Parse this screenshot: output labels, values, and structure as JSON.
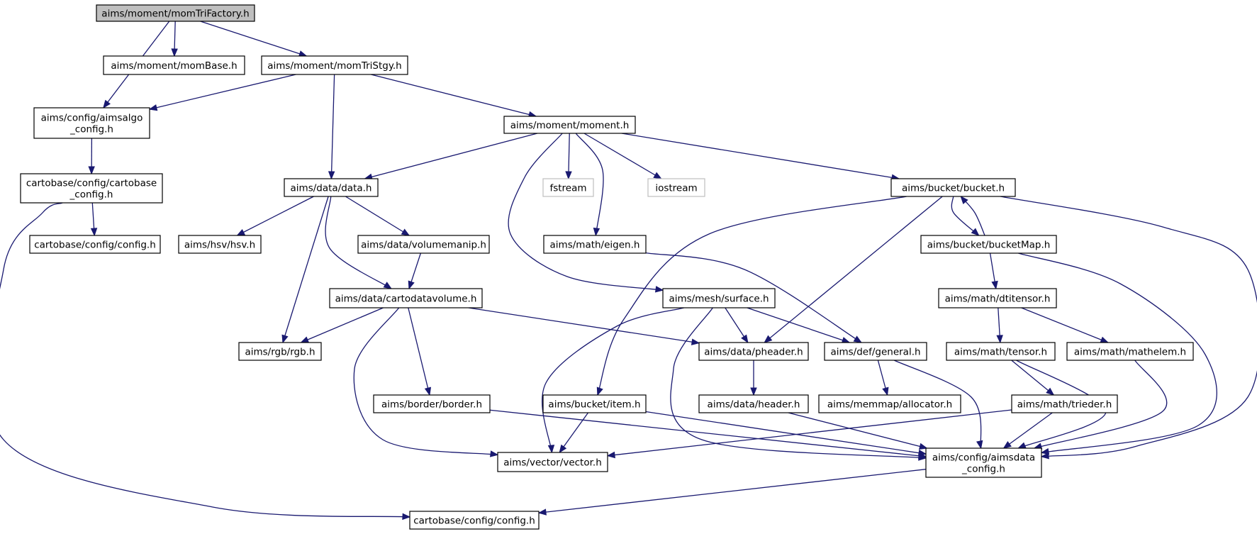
{
  "graph": {
    "nodes": [
      {
        "id": "momTriFactory",
        "lines": [
          "aims/moment/momTriFactory.h"
        ],
        "root": true
      },
      {
        "id": "momBase",
        "lines": [
          "aims/moment/momBase.h"
        ]
      },
      {
        "id": "momTriStgy",
        "lines": [
          "aims/moment/momTriStgy.h"
        ]
      },
      {
        "id": "aimsalgo_config",
        "lines": [
          "aims/config/aimsalgo",
          "_config.h"
        ]
      },
      {
        "id": "moment",
        "lines": [
          "aims/moment/moment.h"
        ]
      },
      {
        "id": "cartobase_config",
        "lines": [
          "cartobase/config/cartobase",
          "_config.h"
        ]
      },
      {
        "id": "data",
        "lines": [
          "aims/data/data.h"
        ]
      },
      {
        "id": "fstream",
        "lines": [
          "fstream"
        ],
        "external": true
      },
      {
        "id": "iostream",
        "lines": [
          "iostream"
        ],
        "external": true
      },
      {
        "id": "bucket",
        "lines": [
          "aims/bucket/bucket.h"
        ]
      },
      {
        "id": "config_left",
        "lines": [
          "cartobase/config/config.h"
        ]
      },
      {
        "id": "hsv",
        "lines": [
          "aims/hsv/hsv.h"
        ]
      },
      {
        "id": "volumemanip",
        "lines": [
          "aims/data/volumemanip.h"
        ]
      },
      {
        "id": "eigen",
        "lines": [
          "aims/math/eigen.h"
        ]
      },
      {
        "id": "bucketMap",
        "lines": [
          "aims/bucket/bucketMap.h"
        ]
      },
      {
        "id": "cartodatavolume",
        "lines": [
          "aims/data/cartodatavolume.h"
        ]
      },
      {
        "id": "surface",
        "lines": [
          "aims/mesh/surface.h"
        ]
      },
      {
        "id": "dtitensor",
        "lines": [
          "aims/math/dtitensor.h"
        ]
      },
      {
        "id": "rgb",
        "lines": [
          "aims/rgb/rgb.h"
        ]
      },
      {
        "id": "pheader",
        "lines": [
          "aims/data/pheader.h"
        ]
      },
      {
        "id": "general",
        "lines": [
          "aims/def/general.h"
        ]
      },
      {
        "id": "tensor",
        "lines": [
          "aims/math/tensor.h"
        ]
      },
      {
        "id": "mathelem",
        "lines": [
          "aims/math/mathelem.h"
        ]
      },
      {
        "id": "border",
        "lines": [
          "aims/border/border.h"
        ]
      },
      {
        "id": "item",
        "lines": [
          "aims/bucket/item.h"
        ]
      },
      {
        "id": "header",
        "lines": [
          "aims/data/header.h"
        ]
      },
      {
        "id": "allocator",
        "lines": [
          "aims/memmap/allocator.h"
        ]
      },
      {
        "id": "trieder",
        "lines": [
          "aims/math/trieder.h"
        ]
      },
      {
        "id": "vector",
        "lines": [
          "aims/vector/vector.h"
        ]
      },
      {
        "id": "aimsdata_config",
        "lines": [
          "aims/config/aimsdata",
          "_config.h"
        ]
      },
      {
        "id": "config_bottom",
        "lines": [
          "cartobase/config/config.h"
        ]
      }
    ],
    "edges": [
      {
        "from": "momTriFactory",
        "to": "momBase"
      },
      {
        "from": "momTriFactory",
        "to": "momTriStgy"
      },
      {
        "from": "momTriFactory",
        "to": "aimsalgo_config"
      },
      {
        "from": "momTriStgy",
        "to": "aimsalgo_config"
      },
      {
        "from": "momTriStgy",
        "to": "data"
      },
      {
        "from": "momTriStgy",
        "to": "moment"
      },
      {
        "from": "aimsalgo_config",
        "to": "cartobase_config"
      },
      {
        "from": "cartobase_config",
        "to": "config_left"
      },
      {
        "from": "cartobase_config",
        "to": "config_bottom"
      },
      {
        "from": "moment",
        "to": "data"
      },
      {
        "from": "moment",
        "to": "fstream"
      },
      {
        "from": "moment",
        "to": "eigen"
      },
      {
        "from": "moment",
        "to": "iostream"
      },
      {
        "from": "moment",
        "to": "surface"
      },
      {
        "from": "moment",
        "to": "bucket"
      },
      {
        "from": "data",
        "to": "hsv"
      },
      {
        "from": "data",
        "to": "volumemanip"
      },
      {
        "from": "data",
        "to": "cartodatavolume"
      },
      {
        "from": "data",
        "to": "rgb"
      },
      {
        "from": "volumemanip",
        "to": "cartodatavolume"
      },
      {
        "from": "cartodatavolume",
        "to": "rgb"
      },
      {
        "from": "cartodatavolume",
        "to": "border"
      },
      {
        "from": "cartodatavolume",
        "to": "vector"
      },
      {
        "from": "cartodatavolume",
        "to": "pheader"
      },
      {
        "from": "eigen",
        "to": "general"
      },
      {
        "from": "bucket",
        "to": "item"
      },
      {
        "from": "bucket",
        "to": "pheader"
      },
      {
        "from": "bucket",
        "to": "bucketMap"
      },
      {
        "from": "bucket",
        "to": "aimsdata_config"
      },
      {
        "from": "bucketMap",
        "to": "bucket"
      },
      {
        "from": "bucketMap",
        "to": "dtitensor"
      },
      {
        "from": "bucketMap",
        "to": "aimsdata_config"
      },
      {
        "from": "surface",
        "to": "vector"
      },
      {
        "from": "surface",
        "to": "pheader"
      },
      {
        "from": "surface",
        "to": "general"
      },
      {
        "from": "surface",
        "to": "aimsdata_config"
      },
      {
        "from": "dtitensor",
        "to": "tensor"
      },
      {
        "from": "dtitensor",
        "to": "mathelem"
      },
      {
        "from": "tensor",
        "to": "trieder"
      },
      {
        "from": "tensor",
        "to": "aimsdata_config"
      },
      {
        "from": "mathelem",
        "to": "aimsdata_config"
      },
      {
        "from": "trieder",
        "to": "vector"
      },
      {
        "from": "trieder",
        "to": "aimsdata_config"
      },
      {
        "from": "pheader",
        "to": "header"
      },
      {
        "from": "header",
        "to": "aimsdata_config"
      },
      {
        "from": "general",
        "to": "allocator"
      },
      {
        "from": "general",
        "to": "aimsdata_config"
      },
      {
        "from": "border",
        "to": "aimsdata_config"
      },
      {
        "from": "item",
        "to": "vector"
      },
      {
        "from": "item",
        "to": "aimsdata_config"
      },
      {
        "from": "aimsdata_config",
        "to": "config_bottom"
      }
    ]
  }
}
